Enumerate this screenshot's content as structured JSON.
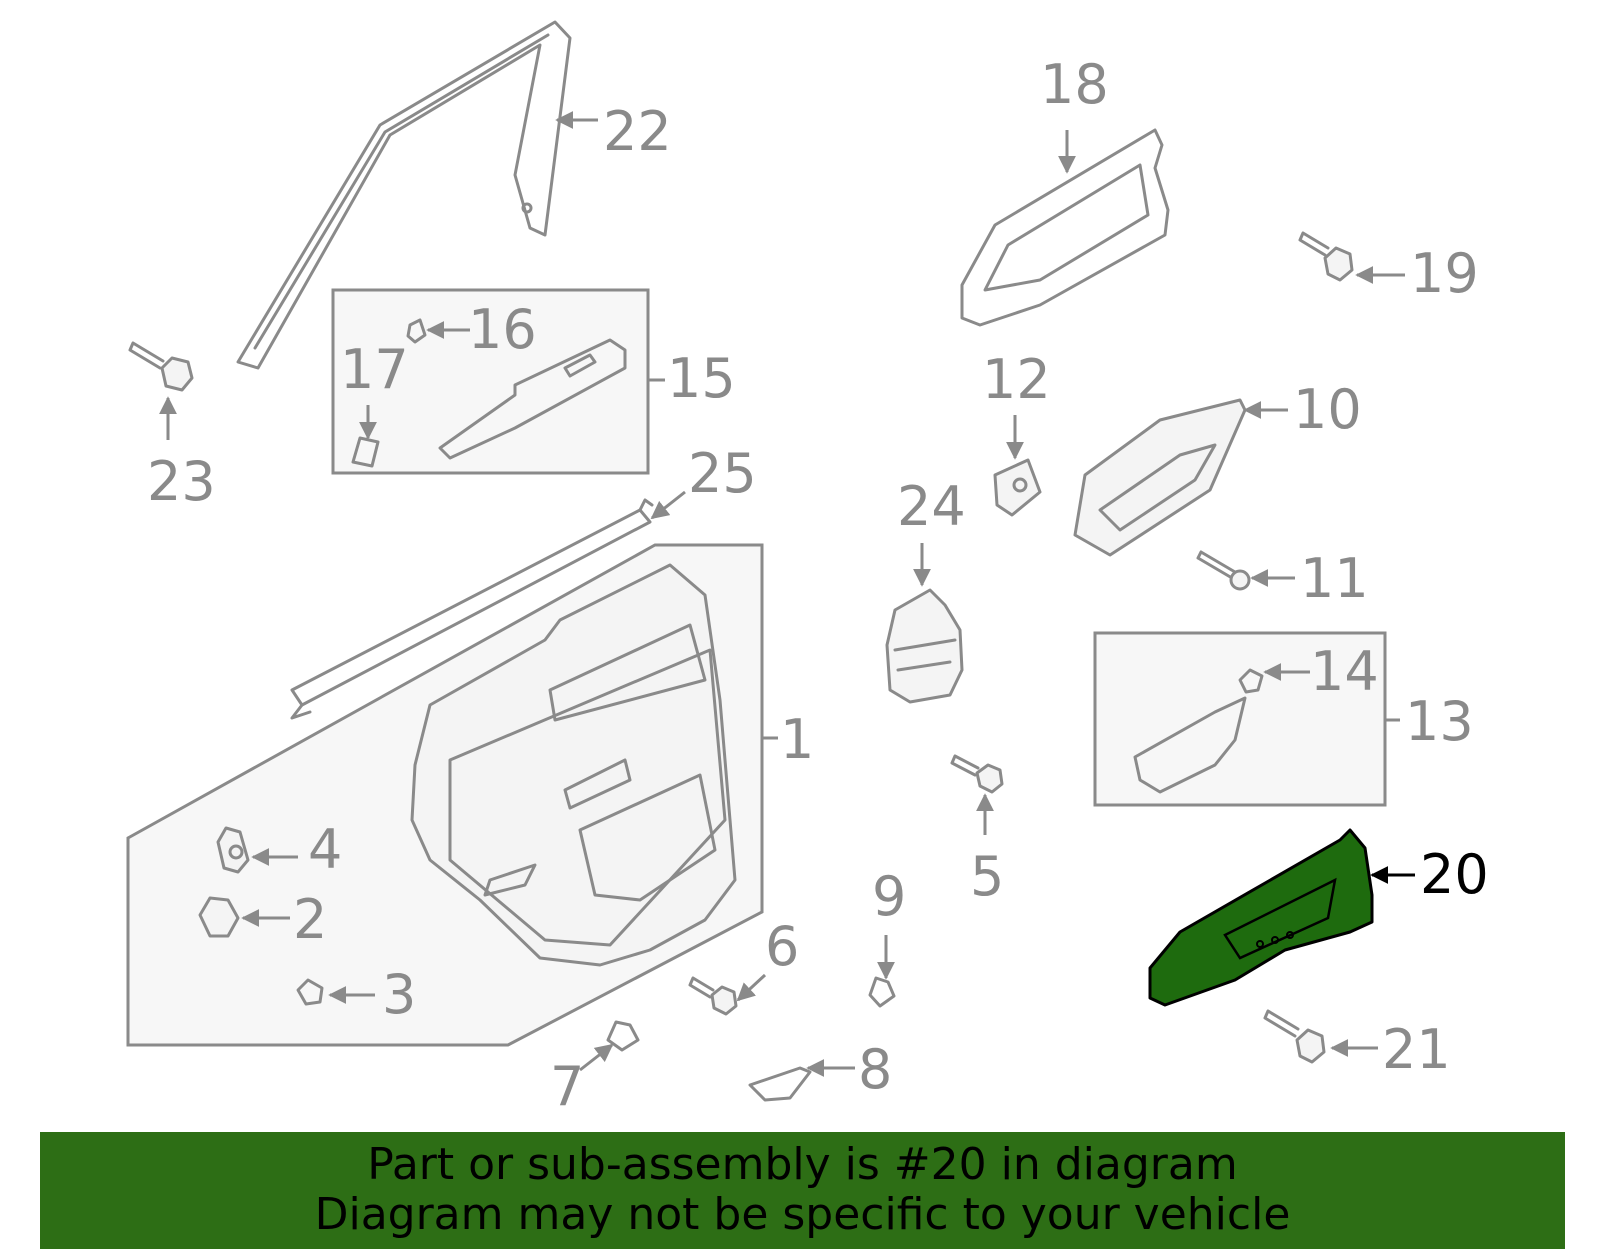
{
  "diagram": {
    "highlighted_part": "20",
    "highlight_color": "#1e6b0e",
    "callouts": [
      "1",
      "2",
      "3",
      "4",
      "5",
      "6",
      "7",
      "8",
      "9",
      "10",
      "11",
      "12",
      "13",
      "14",
      "15",
      "16",
      "17",
      "18",
      "19",
      "20",
      "21",
      "22",
      "23",
      "24",
      "25"
    ]
  },
  "banner": {
    "line1": "Part or sub-assembly is #20 in diagram",
    "line2": "Diagram may not be specific to your vehicle",
    "background": "#2d6e15"
  }
}
